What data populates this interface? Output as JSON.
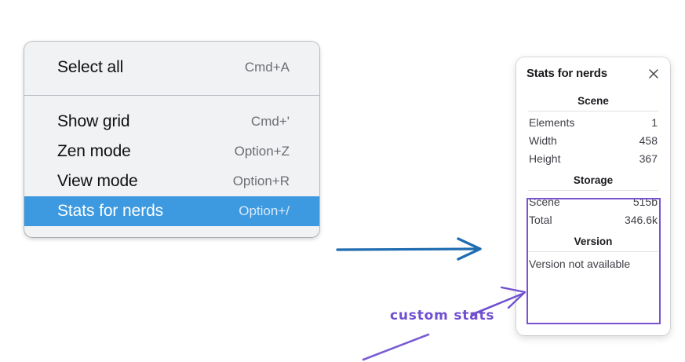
{
  "context_menu": {
    "name": "context-menu",
    "groups": [
      {
        "items": [
          {
            "label": "Select all",
            "shortcut": "Cmd+A",
            "selected": false,
            "name": "menu-item-select-all"
          }
        ]
      },
      {
        "items": [
          {
            "label": "Show grid",
            "shortcut": "Cmd+'",
            "selected": false,
            "name": "menu-item-show-grid"
          },
          {
            "label": "Zen mode",
            "shortcut": "Option+Z",
            "selected": false,
            "name": "menu-item-zen-mode"
          },
          {
            "label": "View mode",
            "shortcut": "Option+R",
            "selected": false,
            "name": "menu-item-view-mode"
          },
          {
            "label": "Stats for nerds",
            "shortcut": "Option+/",
            "selected": true,
            "name": "menu-item-stats-for-nerds"
          }
        ]
      }
    ]
  },
  "stats_panel": {
    "title": "Stats for nerds",
    "close_icon": "close-icon",
    "sections": [
      {
        "heading": "Scene",
        "rows": [
          {
            "key": "Elements",
            "value": "1"
          },
          {
            "key": "Width",
            "value": "458"
          },
          {
            "key": "Height",
            "value": "367"
          }
        ]
      },
      {
        "heading": "Storage",
        "rows": [
          {
            "key": "Scene",
            "value": "515b"
          },
          {
            "key": "Total",
            "value": "346.6k"
          }
        ]
      },
      {
        "heading": "Version",
        "full_row": "Version not available"
      }
    ]
  },
  "annotations": {
    "handwritten_label": "custom stats",
    "blue_arrow_color": "#1f6cb0",
    "purple_color": "#6f4fd0",
    "highlight_box_color": "#7a52cf"
  },
  "colors": {
    "menu_background": "#f1f2f4",
    "menu_selected": "#3d9ae0",
    "menu_text": "#101012",
    "menu_shortcut_text": "#6d6e74",
    "panel_background": "#ffffff",
    "panel_text": "#3f3f46"
  }
}
